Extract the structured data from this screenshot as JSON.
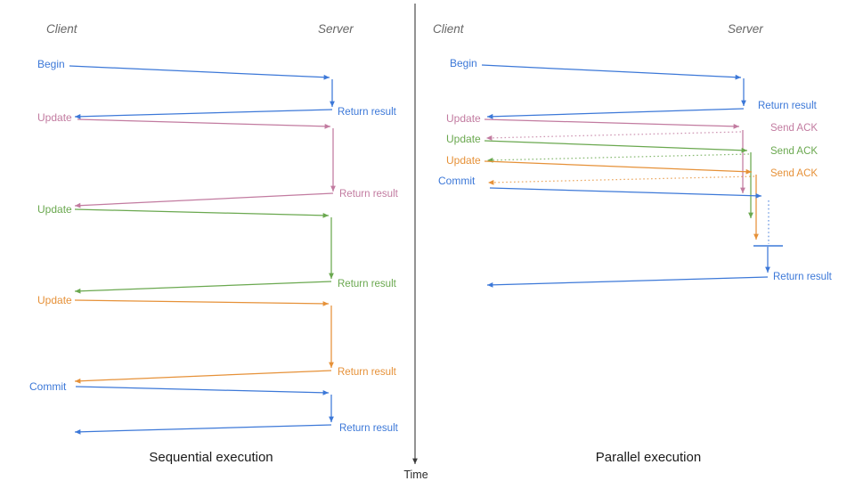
{
  "diagram": {
    "time_axis_label": "Time",
    "colors": {
      "blue": "#3c78d8",
      "pink": "#c27ba0",
      "green": "#6aa84f",
      "orange": "#e69138",
      "header_gray": "#666666",
      "axis_gray": "#3a3a3a",
      "caption_black": "#1a1a1a"
    },
    "panels": [
      {
        "caption": "Sequential execution",
        "client_header": "Client",
        "server_header": "Server",
        "messages": [
          {
            "request_label": "Begin",
            "color": "blue",
            "response_label": "Return result",
            "response_style": "solid"
          },
          {
            "request_label": "Update",
            "color": "pink",
            "response_label": "Return result",
            "response_style": "solid"
          },
          {
            "request_label": "Update",
            "color": "green",
            "response_label": "Return result",
            "response_style": "solid"
          },
          {
            "request_label": "Update",
            "color": "orange",
            "response_label": "Return result",
            "response_style": "solid"
          },
          {
            "request_label": "Commit",
            "color": "blue",
            "response_label": "Return result",
            "response_style": "solid"
          }
        ]
      },
      {
        "caption": "Parallel execution",
        "client_header": "Client",
        "server_header": "Server",
        "messages": [
          {
            "request_label": "Begin",
            "color": "blue",
            "response_label": "Return result",
            "response_style": "solid"
          },
          {
            "request_label": "Update",
            "color": "pink",
            "response_label": "Send ACK",
            "response_style": "dotted"
          },
          {
            "request_label": "Update",
            "color": "green",
            "response_label": "Send ACK",
            "response_style": "dotted"
          },
          {
            "request_label": "Update",
            "color": "orange",
            "response_label": "Send ACK",
            "response_style": "dotted"
          },
          {
            "request_label": "Commit",
            "color": "blue",
            "response_label": "Return result",
            "response_style": "solid"
          }
        ]
      }
    ]
  }
}
